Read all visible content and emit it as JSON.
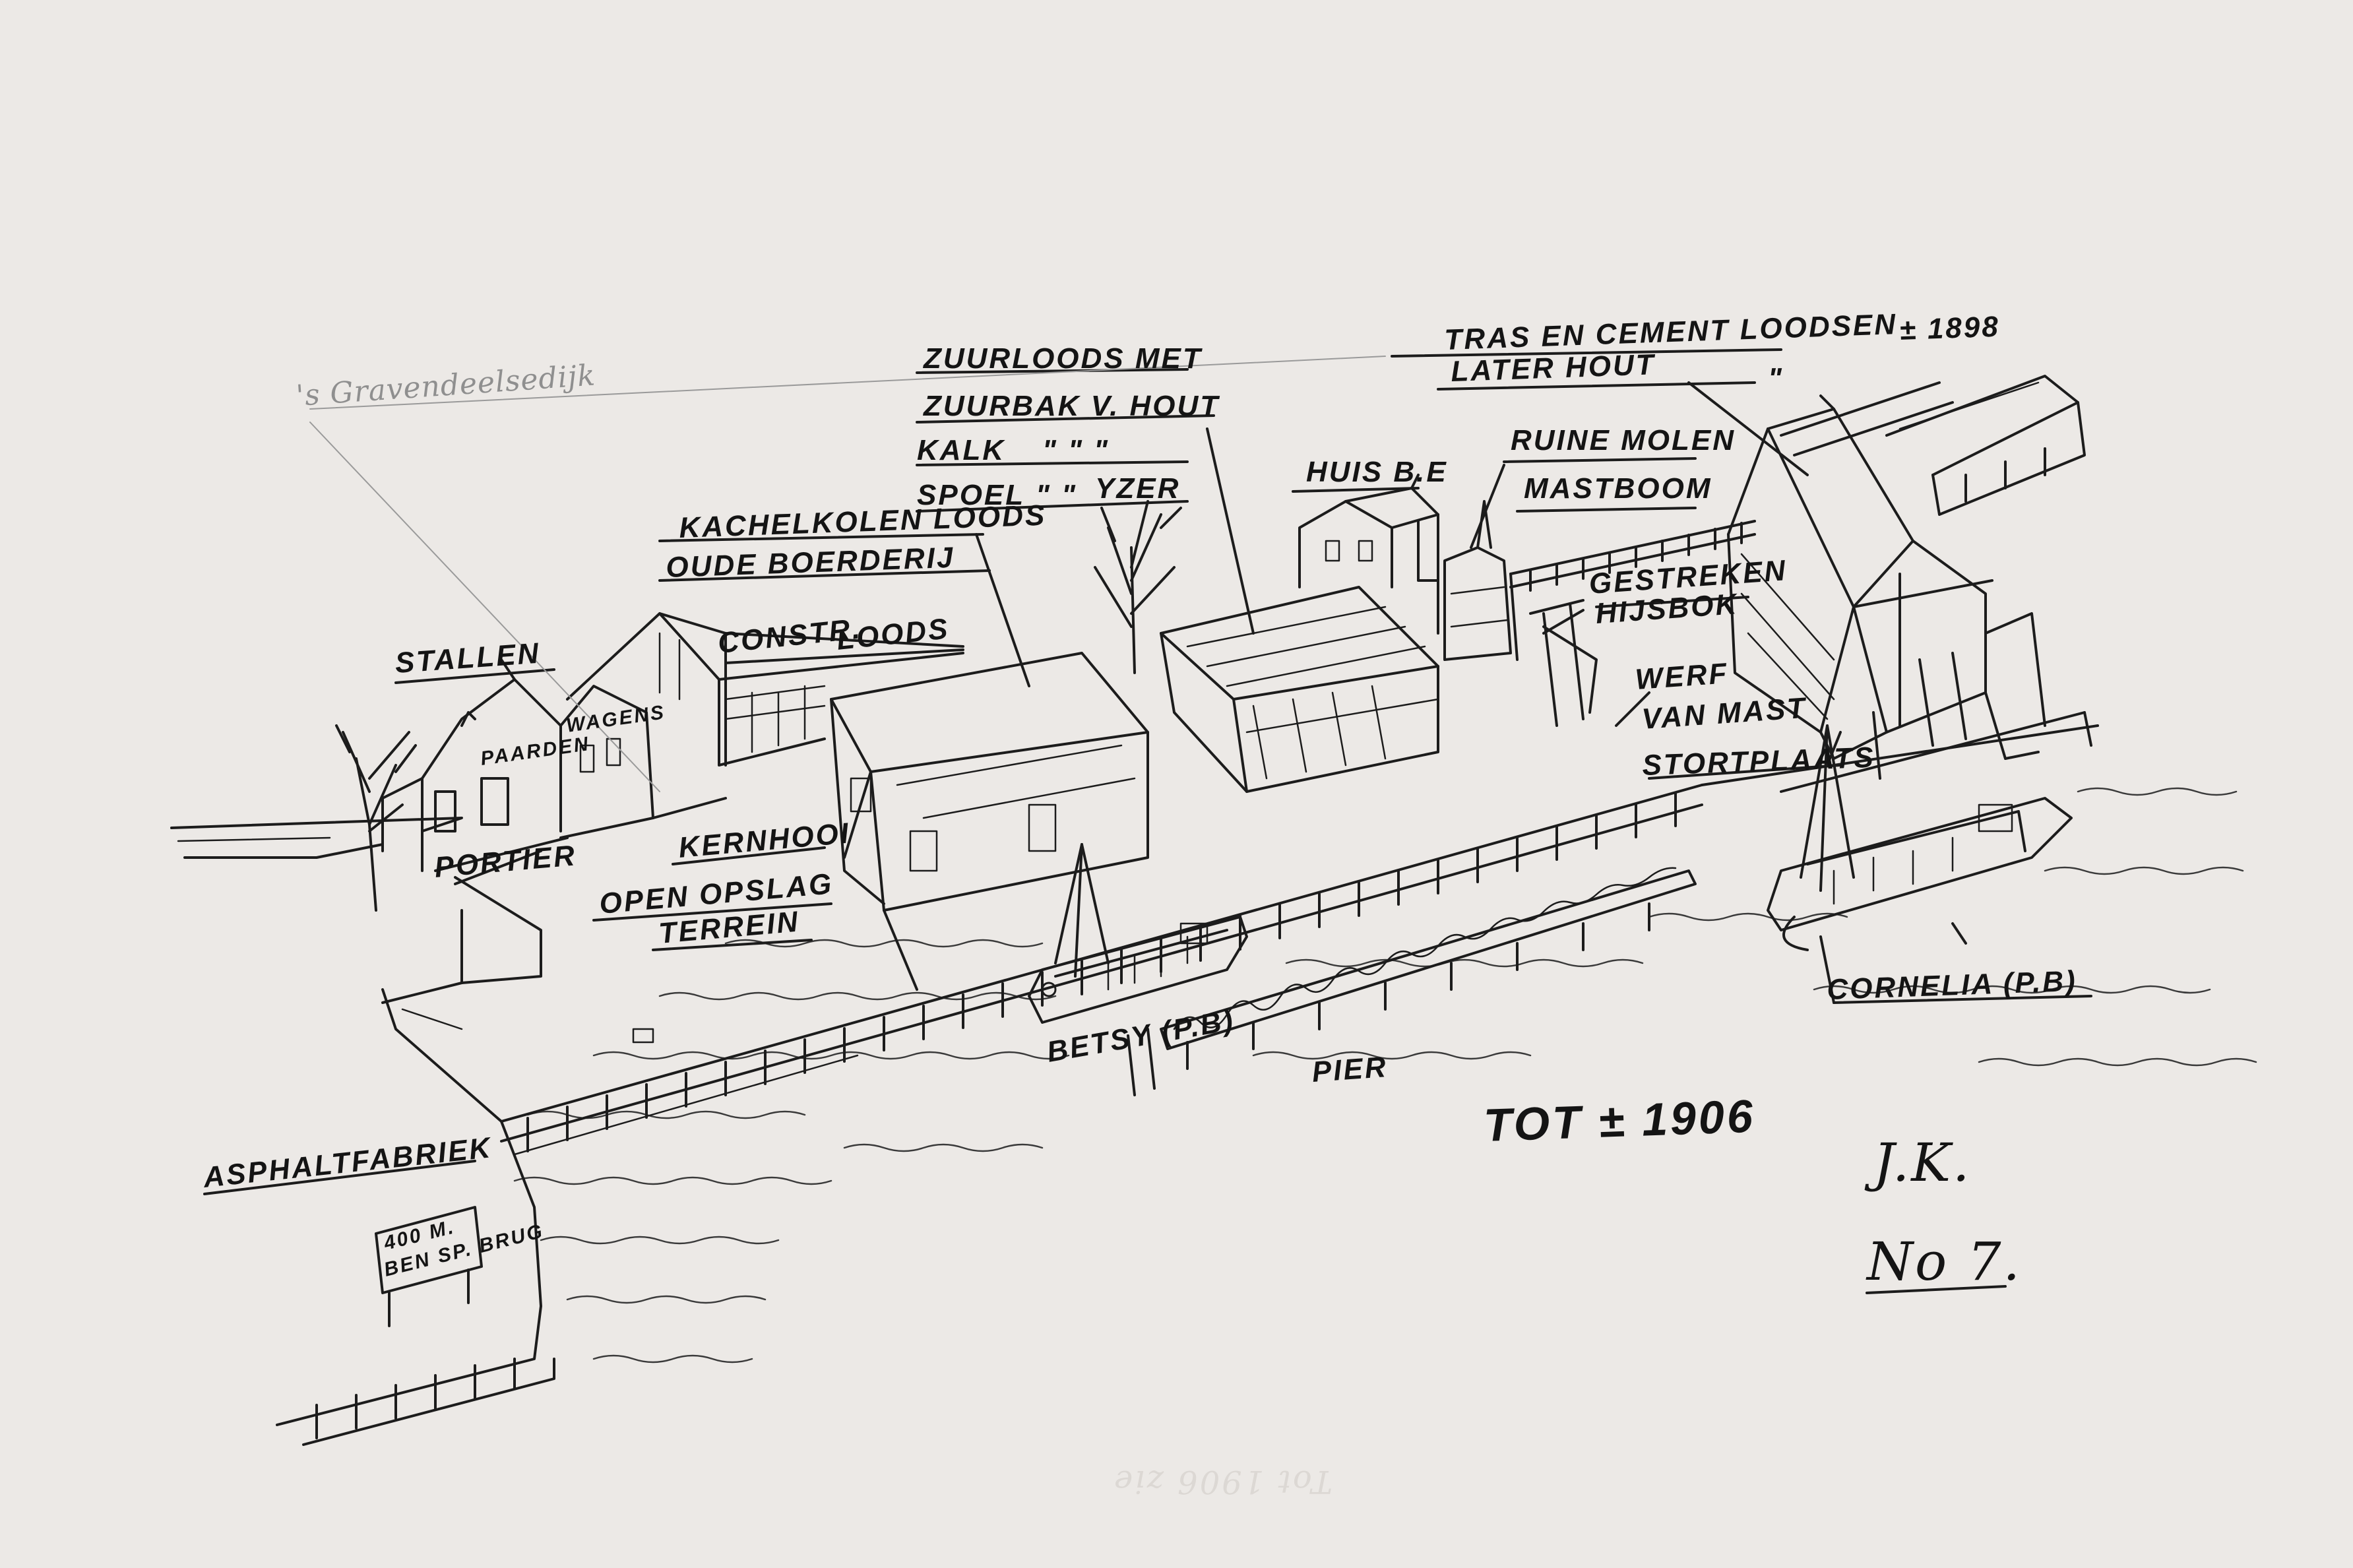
{
  "pencil_note": "'s Gravendeelsedijk",
  "labels": {
    "tras_cement": "TRAS EN CEMENT LOODSEN",
    "tras_year": "± 1898",
    "later_hout": "LATER HOUT",
    "later_mark": "\"",
    "zuurloods": "ZUURLOODS MET",
    "zuurbak": "ZUURBAK V. HOUT",
    "kalk": "KALK",
    "kalk_marks": "\"   \"   \"",
    "spoel": "SPOEL",
    "spoel_marks": "\"  \"",
    "yzer": "YZER",
    "huis": "HUIS B.E",
    "ruine_molen": "RUINE MOLEN",
    "mastboom": "MASTBOOM",
    "kachelkolen": "KACHELKOLEN LOODS",
    "oude_boerderij": "OUDE BOERDERIJ",
    "stallen": "STALLEN",
    "constr": "CONSTR.",
    "loods": "LOODS",
    "paarden": "PAARDEN",
    "wagens": "WAGENS",
    "gestreken": "GESTREKEN",
    "hijsbok": "HIJSBOK",
    "werf": "WERF",
    "van_mast": "VAN MAST",
    "stortplaats": "STORTPLAATS",
    "kernhooi": "KERNHOOI",
    "portier": "PORTIER",
    "open_opslag": "OPEN OPSLAG",
    "terrein": "TERREIN",
    "betsy": "BETSY (P.B)",
    "pier": "PIER",
    "cornelia": "CORNELIA (P.B)",
    "tot": "TOT ± 1906",
    "asphalt": "ASPHALTFABRIEK",
    "sign_line1": "400 M.",
    "sign_line2": "BEN SP. BRUG",
    "initials": "J.K.",
    "number": "No 7."
  },
  "ghost_note": "Tot 1906 zie"
}
